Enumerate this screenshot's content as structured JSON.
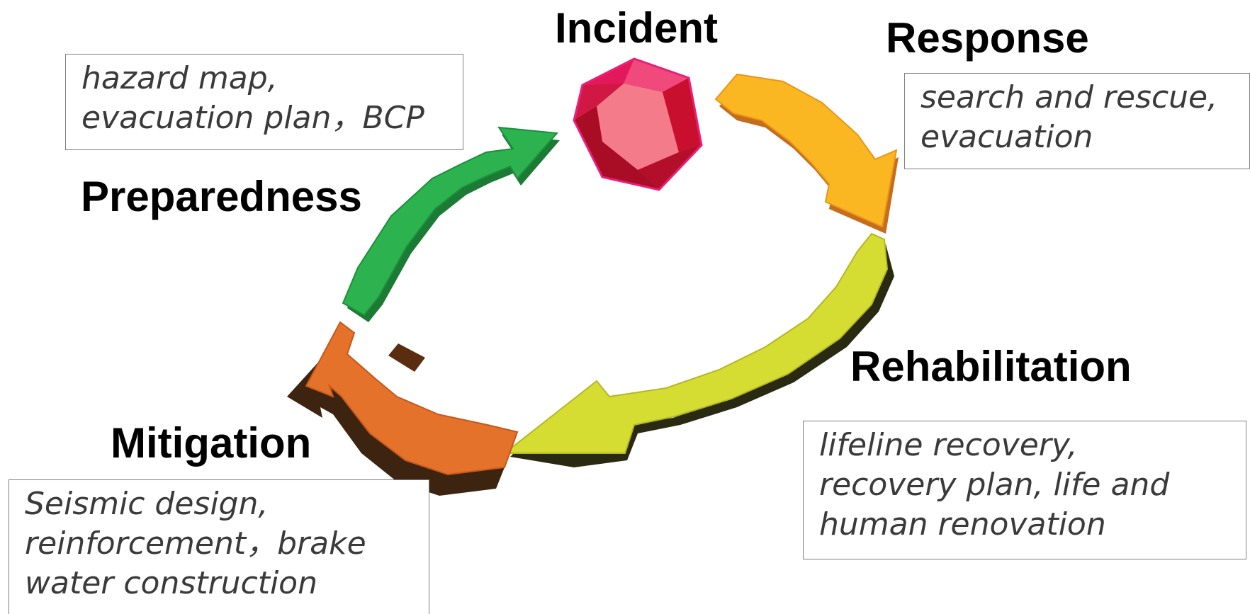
{
  "stages": {
    "incident": {
      "title": "Incident"
    },
    "response": {
      "title": "Response",
      "notes": [
        "search and rescue,",
        "evacuation"
      ]
    },
    "rehabilitation": {
      "title": "Rehabilitation",
      "notes": [
        "lifeline recovery,",
        "recovery plan, life and",
        "human renovation"
      ]
    },
    "mitigation": {
      "title": "Mitigation",
      "notes": [
        "Seismic design,",
        "reinforcement，brake",
        "water construction"
      ]
    },
    "preparedness": {
      "title": "Preparedness",
      "notes": [
        "hazard map,",
        "evacuation plan，BCP"
      ]
    }
  },
  "colors": {
    "incident": "#e8173f",
    "response": "#f7ad1c",
    "rehabilitation": "#cfd62c",
    "mitigation": "#e06a26",
    "preparedness": "#27a64a"
  }
}
